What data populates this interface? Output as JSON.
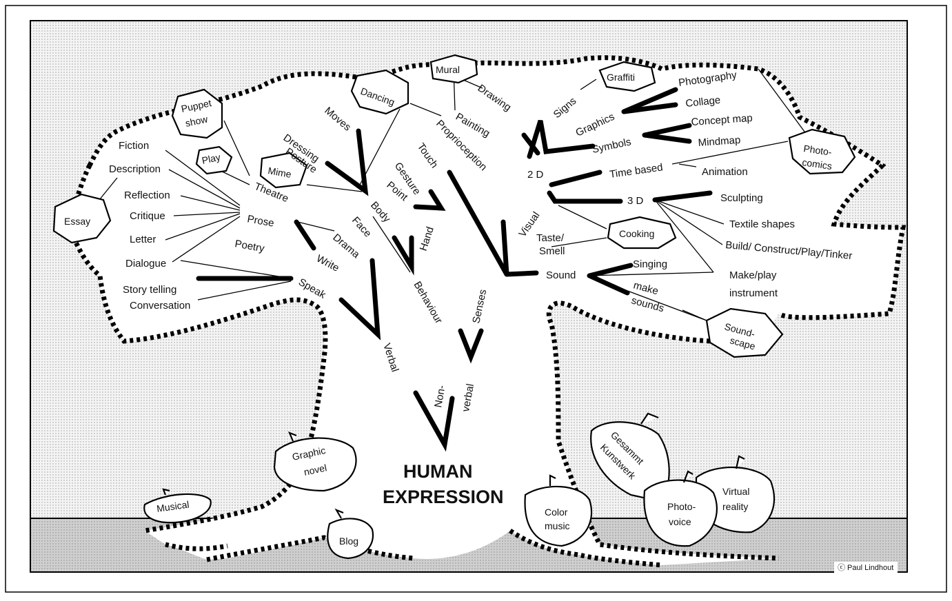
{
  "title": {
    "line1": "HUMAN",
    "line2": "EXPRESSION"
  },
  "trunk": {
    "verbal": "Verbal",
    "non_verbal_1": "Non-",
    "non_verbal_2": "verbal"
  },
  "branches": {
    "write": "Write",
    "speak": "Speak",
    "prose": "Prose",
    "poetry": "Poetry",
    "drama": "Drama",
    "theatre": "Theatre",
    "face": "Face",
    "body": "Body",
    "behaviour": "Behaviour",
    "hand": "Hand",
    "point": "Point",
    "gesture": "Gesture",
    "moves": "Moves",
    "dressing": "Dressing",
    "posture": "Posture",
    "senses": "Senses",
    "touch": "Touch",
    "proprioception": "Proprioception",
    "visual": "Visual",
    "taste1": "Taste/",
    "taste2": "Smell",
    "sound": "Sound",
    "singing": "Singing",
    "make_sounds1": "make",
    "make_sounds2": "sounds",
    "two_d": "2 D",
    "three_d": "3 D",
    "drawing": "Drawing",
    "painting": "Painting",
    "signs": "Signs",
    "graphics": "Graphics",
    "symbols": "Symbols",
    "time_based": "Time based",
    "animation": "Animation",
    "photography": "Photography",
    "collage": "Collage",
    "concept_map": "Concept map",
    "mindmap": "Mindmap",
    "sculpting": "Sculpting",
    "textile": "Textile shapes",
    "build": "Build/ Construct/Play/Tinker",
    "make_play1": "Make/play",
    "make_play2": "instrument",
    "fiction": "Fiction",
    "description": "Description",
    "reflection": "Reflection",
    "critique": "Critique",
    "letter": "Letter",
    "dialogue": "Dialogue",
    "story_telling": "Story telling",
    "conversation": "Conversation"
  },
  "bubbles": {
    "essay": "Essay",
    "puppet1": "Puppet",
    "puppet2": "show",
    "play": "Play",
    "mime": "Mime",
    "dancing": "Dancing",
    "mural": "Mural",
    "graffiti": "Graffiti",
    "photo_comics1": "Photo-",
    "photo_comics2": "comics",
    "cooking": "Cooking",
    "soundscape1": "Sound-",
    "soundscape2": "scape"
  },
  "fruits": {
    "musical": "Musical",
    "graphic_novel1": "Graphic",
    "graphic_novel2": "novel",
    "blog": "Blog",
    "color_music1": "Color",
    "color_music2": "music",
    "gesammt1": "Gesammt",
    "gesammt2": "Kunstwerk",
    "photovoice1": "Photo-",
    "photovoice2": "voice",
    "virtual1": "Virtual",
    "virtual2": "reality"
  },
  "credit": "ⓒ Paul Lindhout",
  "colors": {
    "sky": "#ededed",
    "ground": "#c9c9c9",
    "ink": "#000000",
    "canopy": "#ffffff"
  }
}
